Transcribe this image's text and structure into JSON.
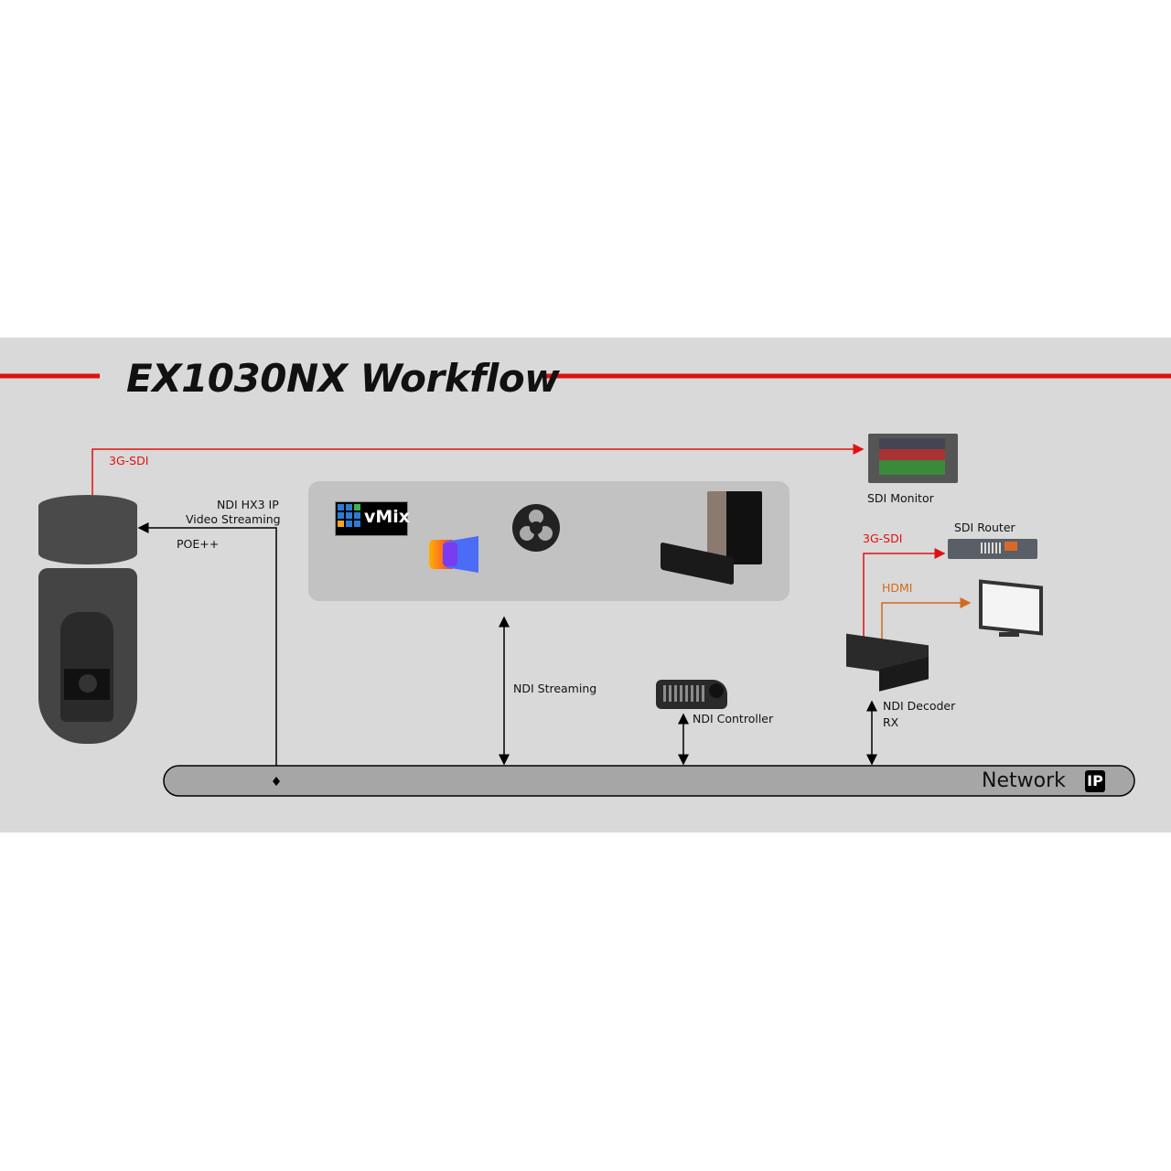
{
  "title": "EX1030NX Workflow",
  "colors": {
    "accent_red": "#e01010",
    "hdmi_orange": "#d2691e",
    "panel_bg": "#d9d9d9",
    "software_box": "#c2c2c2",
    "network_bar": "#a6a6a6"
  },
  "labels": {
    "sdi_top": "3G-SDI",
    "ndi_line1": "NDI HX3 IP",
    "ndi_line2": "Video Streaming",
    "poe": "POE++",
    "ndi_streaming": "NDI Streaming",
    "ndi_controller": "NDI Controller",
    "ndi_decoder_line1": "NDI Decoder",
    "ndi_decoder_line2": "RX",
    "sdi_monitor": "SDI Monitor",
    "sdi_router": "SDI Router",
    "sdi_decoder": "3G-SDI",
    "hdmi": "HDMI",
    "network": "Network",
    "ip_badge": "IP"
  },
  "software": {
    "vmix": "vMix"
  }
}
